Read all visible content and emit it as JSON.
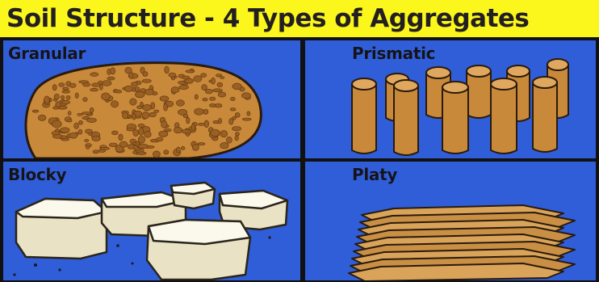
{
  "title": "Soil Structure - 4 Types of Aggregates",
  "panels": {
    "granular": {
      "label": "Granular"
    },
    "prismatic": {
      "label": "Prismatic"
    },
    "blocky": {
      "label": "Blocky"
    },
    "platy": {
      "label": "Platy"
    }
  },
  "colors": {
    "title_bg": "#fbf71d",
    "panel_bg": "#2f5ed8",
    "soil": "#c8893a",
    "block": "#f4f0d8"
  }
}
